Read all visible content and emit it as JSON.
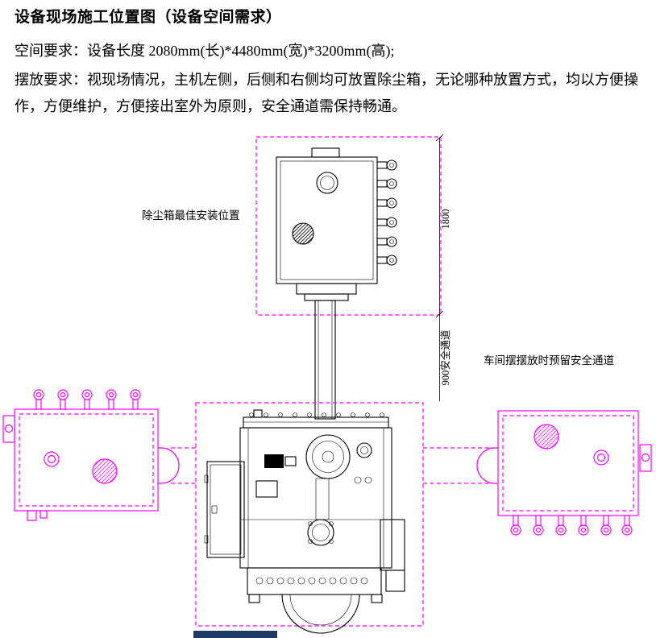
{
  "document": {
    "title": "设备现场施工位置图（设备空间需求）",
    "space_requirement": "空间要求：设备长度 2080mm(长)*4480mm(宽)*3200mm(高);",
    "placement_requirement": "摆放要求：视现场情况，主机左侧，后侧和右侧均可放置除尘箱，无论哪种放置方式，均以方便操作，方便维护，方便接出室外为原则，安全通道需保持畅通。"
  },
  "diagram": {
    "labels": {
      "dust_box_best_position": "除尘箱最佳安装位置",
      "dim_height": "1800",
      "safety_channel": "900安全通道",
      "workshop_channel": "车间摆摆放时预留安全通道"
    },
    "colors": {
      "alt_position": "#ff00ff",
      "drawing": "#000000",
      "bottom_bar": "#1f3864"
    }
  }
}
